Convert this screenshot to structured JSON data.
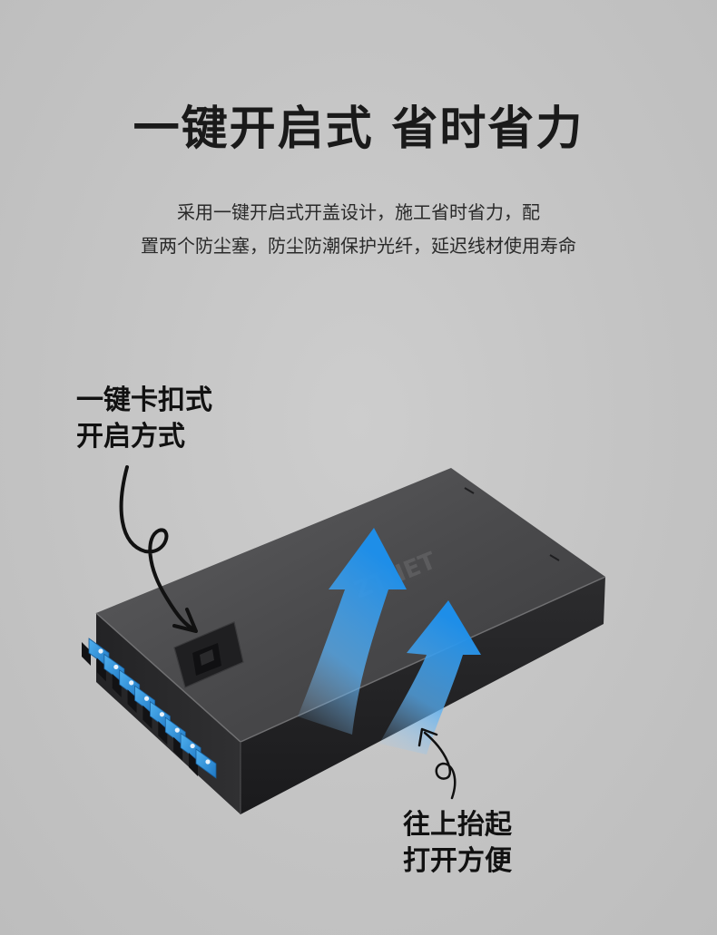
{
  "headline": "一键开启式 省时省力",
  "description": {
    "line1": "采用一键开启式开盖设计，施工省时省力，配",
    "line2": "置两个防尘塞，防尘防潮保护光纤，延迟线材使用寿命"
  },
  "callouts": [
    {
      "lines": [
        "一键卡扣式",
        "开启方式"
      ]
    },
    {
      "lines": [
        "往上抬起",
        "打开方便"
      ]
    }
  ],
  "product": {
    "brand_mark": "ZTNET",
    "adapter_count": 8,
    "adapter_color": "#2f8fd6"
  },
  "colors": {
    "background": "#c4c4c4",
    "arrow": "#3aa0f0",
    "text": "#1a1a1a"
  }
}
